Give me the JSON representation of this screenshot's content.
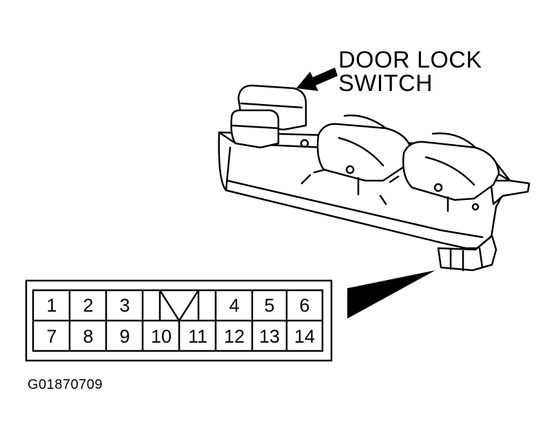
{
  "callout": {
    "line1": "DOOR LOCK",
    "line2": "SWITCH"
  },
  "figure_id": "G01870709",
  "connector": {
    "top_row": [
      "1",
      "2",
      "3",
      "4",
      "5",
      "6"
    ],
    "bottom_row": [
      "7",
      "8",
      "9",
      "10",
      "11",
      "12",
      "13",
      "14"
    ]
  }
}
